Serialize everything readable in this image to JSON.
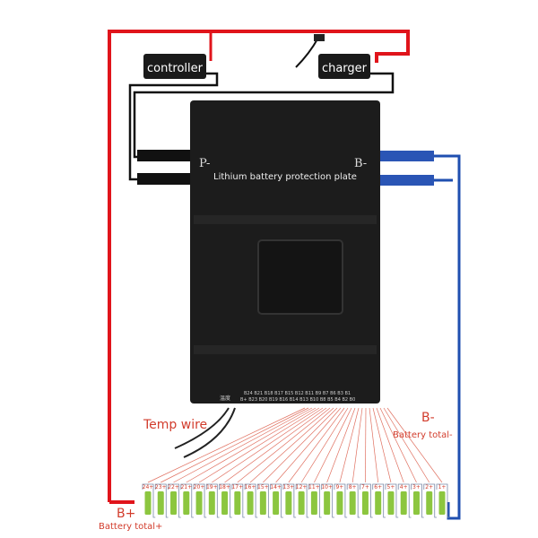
{
  "labels": {
    "controller": "controller",
    "charger": "charger",
    "p_minus": "P-",
    "b_minus_port": "B-",
    "plate_title": "Lithium battery protection plate",
    "temp_wire": "Temp wire",
    "b_minus": "B-",
    "battery_total_minus": "Battery total-",
    "b_plus": "B+",
    "battery_total_plus": "Battery total+",
    "temp_port": "温度",
    "port_row_top": "B24 B21 B18 B17 B15 B12 B11 B9 B7 B6 B3 B1",
    "port_row_bottom": "B+ B23 B20 B19 B16 B14 B13 B10 B8 B5 B4 B2 B0"
  },
  "cells": [
    "24+",
    "23+",
    "22+",
    "21+",
    "20+",
    "19+",
    "18+",
    "17+",
    "16+",
    "15+",
    "14+",
    "13+",
    "12+",
    "11+",
    "10+",
    "9+",
    "8+",
    "7+",
    "6+",
    "5+",
    "4+",
    "3+",
    "2+",
    "1+"
  ],
  "colors": {
    "positive_wire": "#e0141b",
    "negative_wire": "#1f4fb0",
    "board": "#1c1c1c",
    "cell": "#8cc63f",
    "label_red": "#d23c2c"
  }
}
